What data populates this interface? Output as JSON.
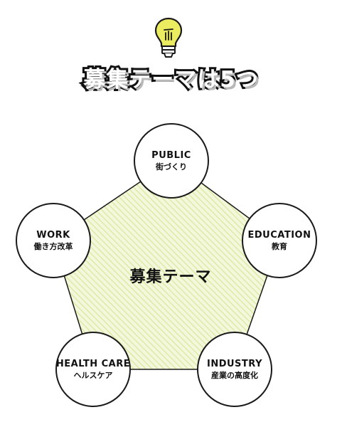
{
  "title": "募集テーマは5つ",
  "center_label": "募集テーマ",
  "themes": [
    {
      "en": "PUBLIC",
      "jp": "街づくり"
    },
    {
      "en": "EDUCATION",
      "jp": "教育"
    },
    {
      "en": "INDUSTRY",
      "jp": "産業の高度化"
    },
    {
      "en": "HEALTH CARE",
      "jp": "ヘルスケア"
    },
    {
      "en": "WORK",
      "jp": "働き方改革"
    }
  ],
  "colors": {
    "bulb": "#ecec61",
    "pentagon_fill": "#f3f8dc",
    "pentagon_hatch": "#d6e89a",
    "outline": "#1a1a1a"
  },
  "icons": [
    "light-bulb-icon"
  ]
}
